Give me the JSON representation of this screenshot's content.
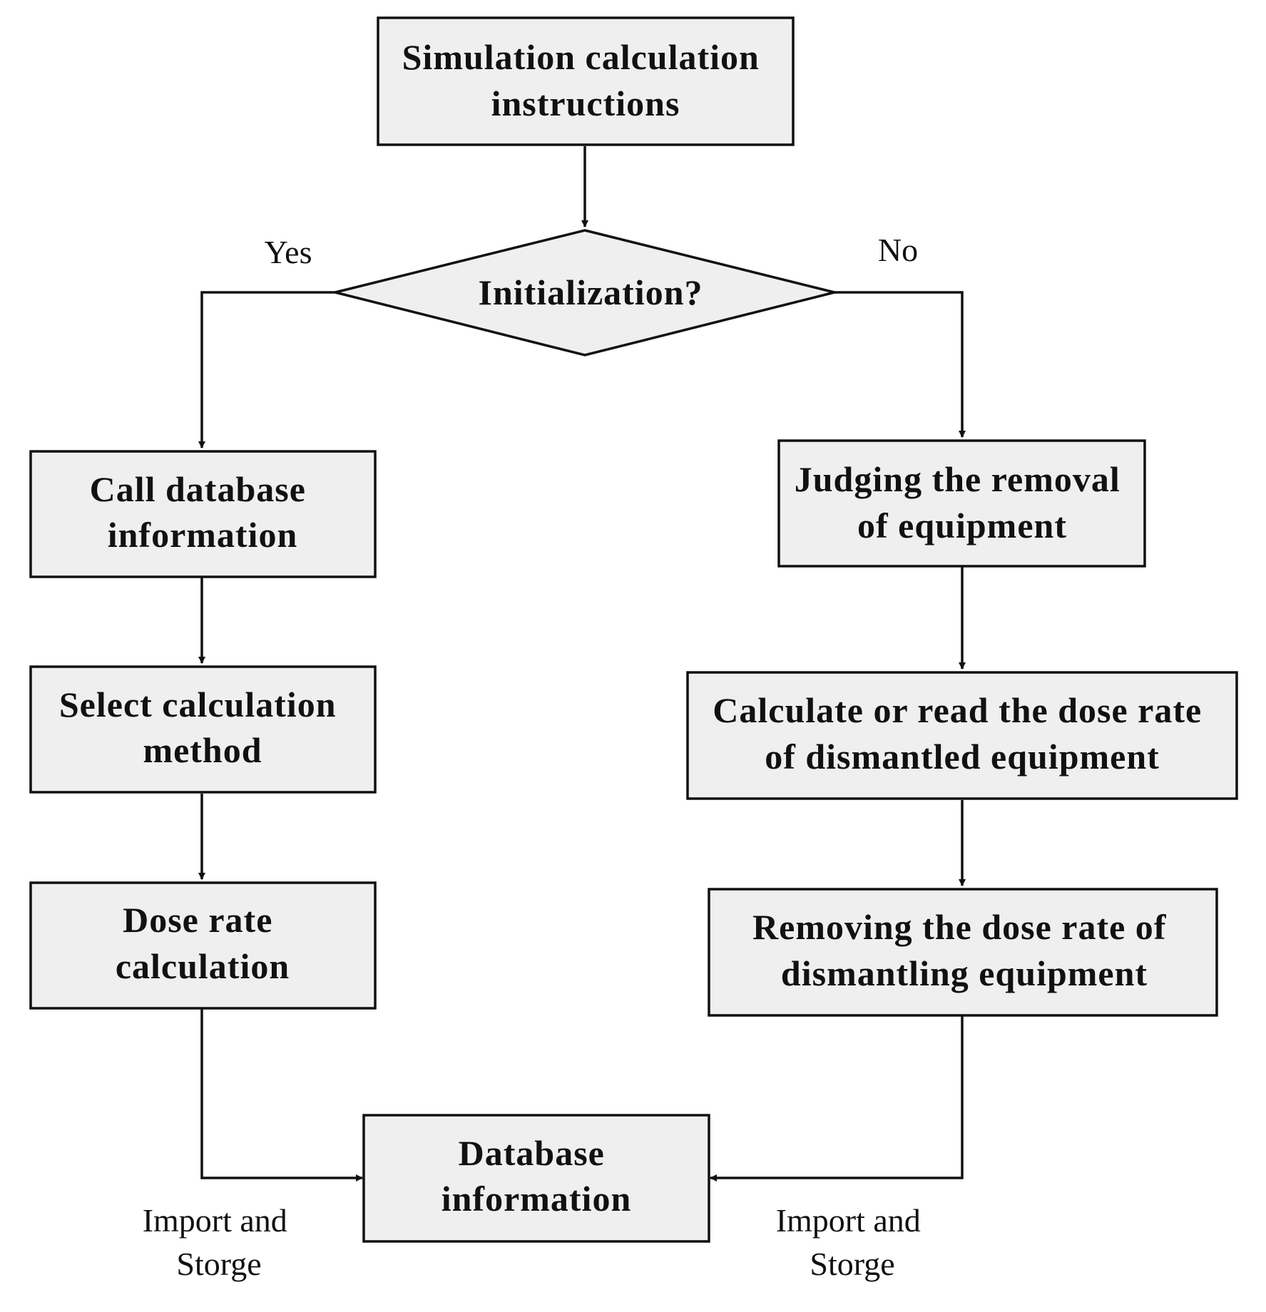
{
  "diagram": {
    "nodes": {
      "start": {
        "lines": [
          "Simulation calculation",
          "instructions"
        ]
      },
      "decision": {
        "lines": [
          "Initialization?"
        ]
      },
      "call_db": {
        "lines": [
          "Call database",
          "information"
        ]
      },
      "select_method": {
        "lines": [
          "Select calculation",
          "method"
        ]
      },
      "dose_calc": {
        "lines": [
          "Dose rate",
          "calculation"
        ]
      },
      "judge_removal": {
        "lines": [
          "Judging the removal",
          "of equipment"
        ]
      },
      "calc_read": {
        "lines": [
          "Calculate or read the dose rate",
          "of dismantled equipment"
        ]
      },
      "remove_dose": {
        "lines": [
          "Removing the dose rate of",
          "dismantling equipment"
        ]
      },
      "database": {
        "lines": [
          "Database",
          "information"
        ]
      }
    },
    "labels": {
      "yes": "Yes",
      "no": "No",
      "import_left": [
        "Import and",
        "Storge"
      ],
      "import_right": [
        "Import and",
        "Storge"
      ]
    }
  }
}
